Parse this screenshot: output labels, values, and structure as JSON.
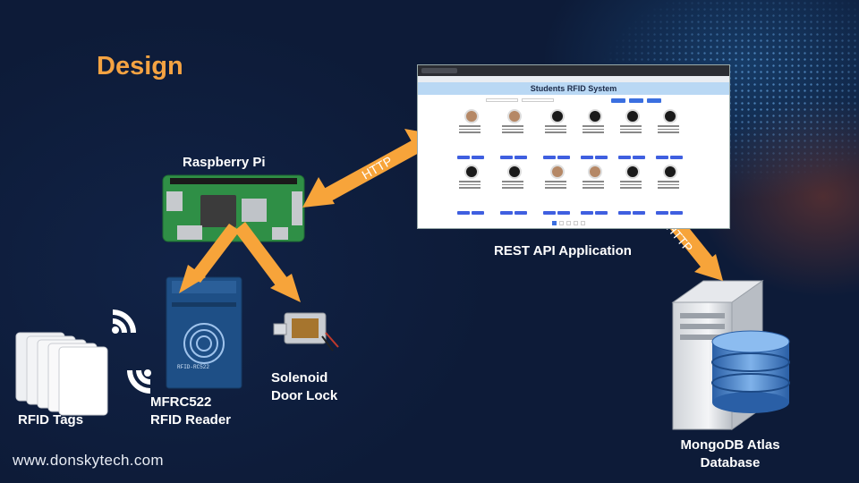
{
  "title": "Design",
  "components": {
    "raspberry_pi": "Raspberry Pi",
    "rest_api": "REST API Application",
    "rfid_reader_line1": "MFRC522",
    "rfid_reader_line2": "RFID Reader",
    "door_lock_line1": "Solenoid",
    "door_lock_line2": "Door Lock",
    "rfid_tags": "RFID Tags",
    "database_line1": "MongoDB Atlas",
    "database_line2": "Database"
  },
  "connections": {
    "pi_to_api": "HTTP",
    "api_to_db": "HTTP"
  },
  "app_screenshot": {
    "heading": "Students RFID System",
    "board_text": "RFID-RC522"
  },
  "website": "www.donskytech.com",
  "colors": {
    "background": "#0d1b38",
    "accent": "#f5a342",
    "arrow": "#f7a43a",
    "text": "#ffffff"
  }
}
